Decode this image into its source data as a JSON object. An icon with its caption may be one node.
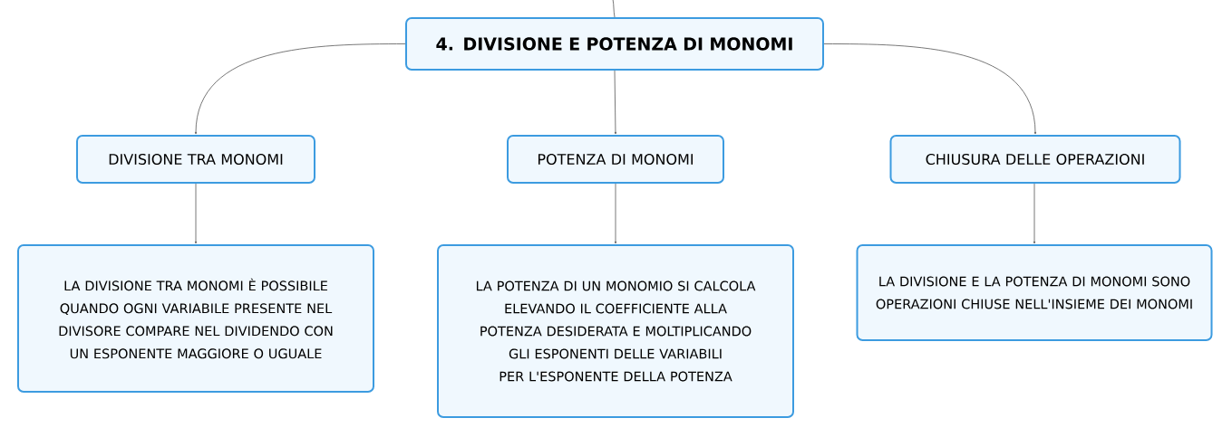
{
  "diagram": {
    "nodes": [
      {
        "text": [
          "4. DIVISIONE E POTENZA DI MONOMI"
        ]
      },
      {
        "text": [
          "DIVISIONE TRA MONOMI"
        ]
      },
      {
        "text": [
          "POTENZA DI MONOMI"
        ]
      },
      {
        "text": [
          "CHIUSURA DELLE OPERAZIONI"
        ]
      },
      {
        "text": [
          "LA DIVISIONE TRA MONOMI È POSSIBILE QUANDO OGNI VARIABILE PRESENTE NEL DIVISORE COMPARE NEL DIVIDENDO CON UN ESPONENTE MAGGIORE O UGUALE"
        ]
      },
      {
        "text": [
          "LA POTENZA DI UN MONOMIO SI CALCOLA ELEVANDO IL COEFFICIENTE ALLA POTENZA DESIDERATA E MOLTIPLICANDO GLI ESPONENTI DELLE VARIABILI PER L'ESPONENTE DELLA POTENZA"
        ]
      },
      {
        "text": [
          "LA DIVISIONE E LA POTENZA DI MONOMI SONO OPERAZIONI CHIUSE NELL'INSIEME DEI MONOMI"
        ]
      }
    ],
    "edges": [
      {
        "from": null,
        "to": 0,
        "arrow": "none"
      },
      {
        "from": 0,
        "to": 1,
        "arrow": "to"
      },
      {
        "from": 0,
        "to": 2,
        "arrow": "to"
      },
      {
        "from": 0,
        "to": 3,
        "arrow": "to"
      },
      {
        "from": 1,
        "to": 4,
        "arrow": "to"
      },
      {
        "from": 2,
        "to": 5,
        "arrow": "to"
      },
      {
        "from": 3,
        "to": 6,
        "arrow": "to"
      }
    ]
  }
}
